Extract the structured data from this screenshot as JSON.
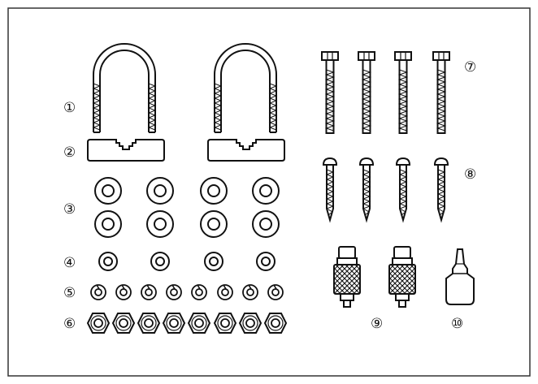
{
  "diagram": {
    "colors": {
      "line": "#111111",
      "background": "#ffffff"
    },
    "labels": {
      "u_bolt": "①",
      "clamp_block": "②",
      "washer_large": "③",
      "washer_small": "④",
      "lock_washer": "⑤",
      "nut": "⑥",
      "hex_bolt": "⑦",
      "screw": "⑧",
      "connector": "⑨",
      "sealant_tube": "⑩"
    },
    "parts": {
      "u_bolt": {
        "count": 2,
        "icon": "u-bolt-icon"
      },
      "clamp_block": {
        "count": 2,
        "icon": "v-clamp-icon"
      },
      "washer_large": {
        "count": 8,
        "icon": "flat-washer-icon"
      },
      "washer_small": {
        "count": 4,
        "icon": "small-washer-icon"
      },
      "lock_washer": {
        "count": 8,
        "icon": "lock-washer-icon"
      },
      "nut": {
        "count": 8,
        "icon": "hex-nut-icon"
      },
      "hex_bolt": {
        "count": 4,
        "icon": "hex-bolt-icon"
      },
      "screw": {
        "count": 4,
        "icon": "wood-screw-icon"
      },
      "connector": {
        "count": 2,
        "icon": "coax-connector-icon"
      },
      "sealant_tube": {
        "count": 1,
        "icon": "sealant-tube-icon"
      }
    }
  }
}
